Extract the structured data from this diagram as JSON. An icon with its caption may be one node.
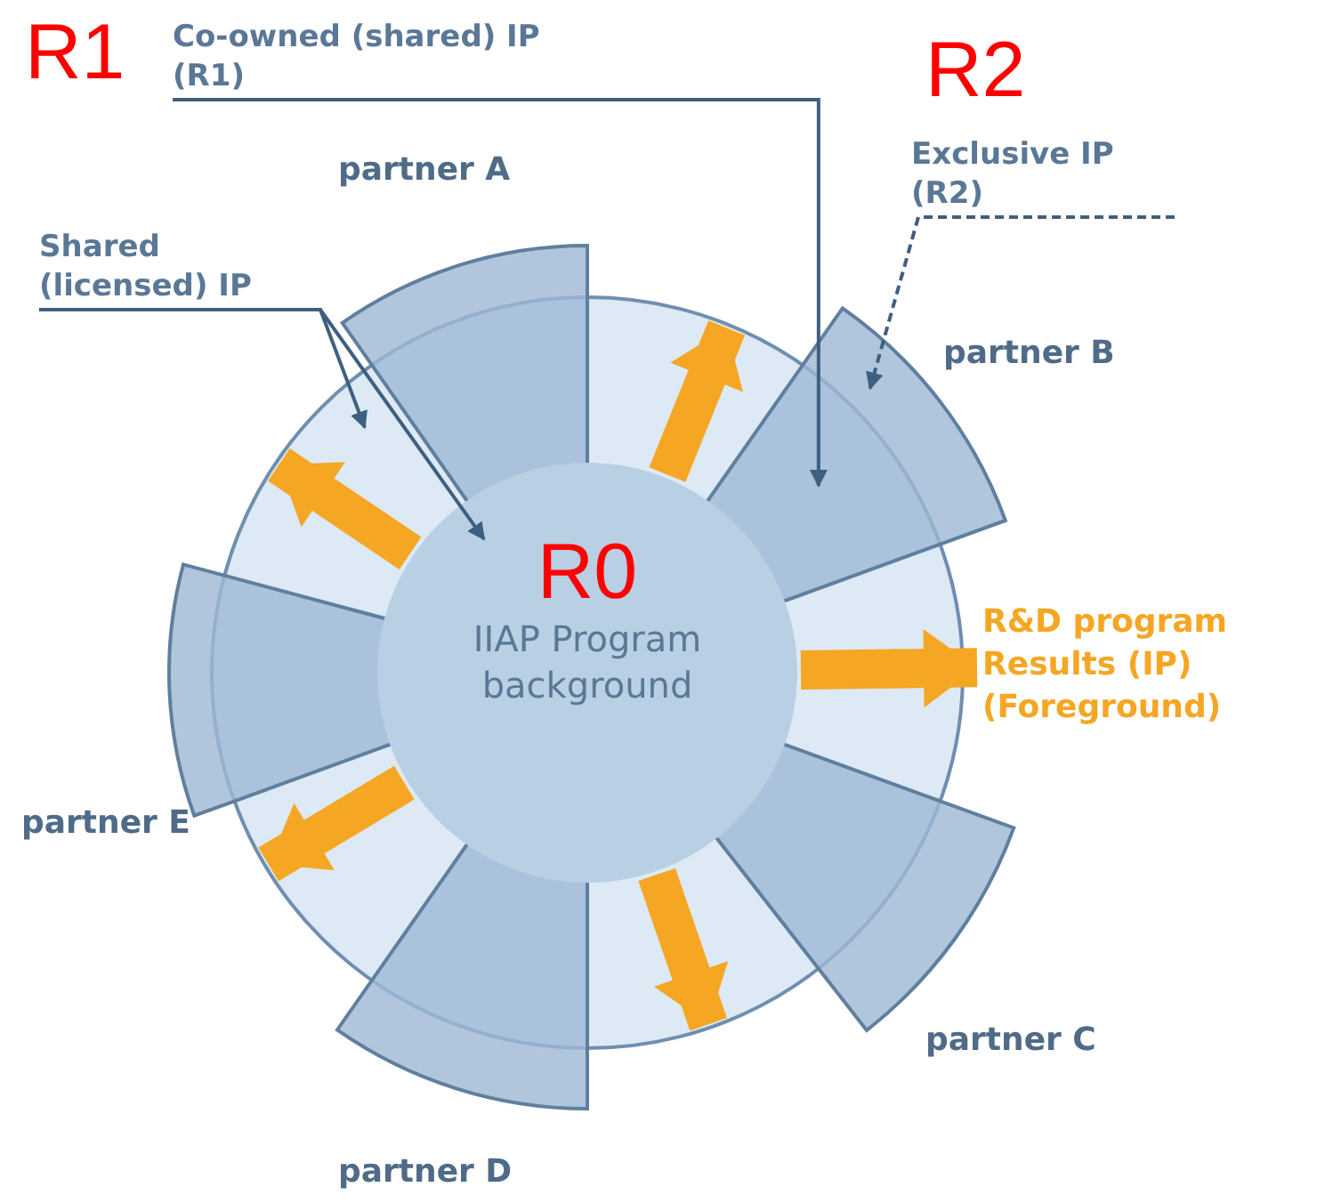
{
  "diagram": {
    "nodes": [
      {
        "text": [],
        "shape": "circle"
      },
      {
        "text": [
          "R0",
          "IIAP Program background"
        ],
        "in": 0
      },
      {
        "text": [
          "partner A"
        ]
      },
      {
        "text": [
          "partner B"
        ]
      },
      {
        "text": [
          "partner C"
        ]
      },
      {
        "text": [
          "partner D"
        ]
      },
      {
        "text": [
          "partner E"
        ]
      },
      {
        "text": [
          "Shared (licensed) IP"
        ]
      },
      {
        "text": [
          "Co-owned (shared) IP (R1)"
        ]
      },
      {
        "text": [
          "Exclusive IP (R2)"
        ]
      },
      {
        "text": [
          "R&D program Results (IP) (Foreground)"
        ]
      }
    ],
    "edges": [
      {
        "from": 1,
        "to": 0,
        "arrow": "to"
      },
      {
        "from": 1,
        "to": 0,
        "arrow": "to"
      },
      {
        "from": 1,
        "to": 10,
        "arrow": "to"
      },
      {
        "from": 1,
        "to": 0,
        "arrow": "to"
      },
      {
        "from": 1,
        "to": 0,
        "arrow": "to"
      },
      {
        "from": 7,
        "to": 0,
        "arrow": "to",
        "color": "#3f5f80"
      },
      {
        "from": 7,
        "to": 1,
        "arrow": "to",
        "color": "#3f5f80"
      },
      {
        "from": 8,
        "to": 3,
        "arrow": "to",
        "color": "#3f5f80"
      },
      {
        "from": 9,
        "to": 3,
        "arrow": "to",
        "style": "dashed",
        "color": "#3f5f80"
      }
    ],
    "labels": [
      "R1",
      "R2"
    ]
  }
}
